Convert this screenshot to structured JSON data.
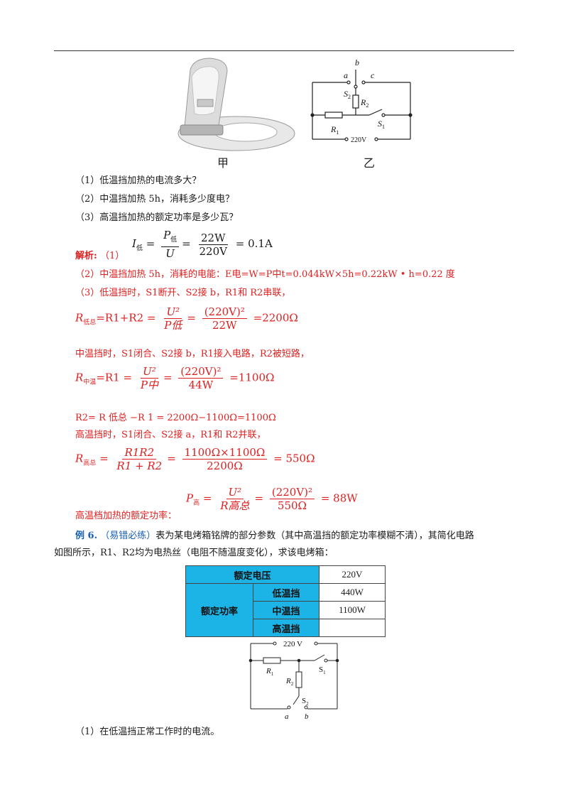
{
  "figures": {
    "left_caption": "甲",
    "right_caption": "乙",
    "circuit_labels": {
      "a": "a",
      "b": "b",
      "c": "c",
      "s2": "S",
      "s2_sub": "2",
      "r2": "R",
      "r2_sub": "2",
      "r1": "R",
      "r1_sub": "1",
      "s1": "S",
      "s1_sub": "1",
      "voltage": "220V"
    }
  },
  "questions": [
    "（1）低温挡加热的电流多大？",
    "（2）中温挡加热 5h，消耗多少度电？",
    "（3）高温挡加热的额定功率是多少瓦？"
  ],
  "solution": {
    "label": "解析:",
    "p1_prefix": "（1）",
    "f1": {
      "lhs": "I",
      "lhs_sub": "低",
      "num1": "P",
      "num1_sub": "低",
      "den1": "U",
      "num2": "22W",
      "den2": "220V",
      "result": "= 0.1A"
    },
    "line2": "（2）中温挡加热 5h，消耗的电能：E电=W=P中t=0.044kW×5h=0.22kW • h=0.22 度",
    "line3": "（3）低温挡时，S1断开、S2接 b，R1和 R2串联，",
    "f2": {
      "lhs": "R",
      "lhs_sub": "低总",
      "mid": "=R1+R2 =",
      "num1": "U²",
      "den1": "P低",
      "num2": "(220V)²",
      "den2": "22W",
      "result": "=2200Ω"
    },
    "line4": "中温挡时，S1闭合、S2接 b，R1接入电路，R2被短路，",
    "f3": {
      "lhs": "R",
      "lhs_sub": "中温",
      "mid": "=R1 =",
      "num1": "U²",
      "den1": "P中",
      "num2": "(220V)²",
      "den2": "44W",
      "result": "=1100Ω"
    },
    "line5": "R2= R 低总 −R 1 = 2200Ω−1100Ω=1100Ω",
    "line6": "高温挡时，S1闭合、S2接 a，R1和 R2并联，",
    "f4": {
      "lhs": "R",
      "lhs_sub": "高总",
      "num1": "R1R2",
      "den1": "R1 + R2",
      "num2": "1100Ω×1100Ω",
      "den2": "2200Ω",
      "result": "= 550Ω"
    },
    "f5": {
      "lhs": "P",
      "lhs_sub": "高",
      "num1": "U²",
      "den1": "R高总",
      "num2": "(220V)²",
      "den2": "550Ω",
      "result": "= 88W"
    },
    "line7": "高温档加热的额定功率："
  },
  "example6": {
    "label": "例 6.",
    "tag": "（易错必练）",
    "text1": "表为某电烤箱铭牌的部分参数（其中高温挡的额定功率模糊不清），其简化电路",
    "text2": "如图所示，R1、R2均为电热丝（电阻不随温度变化），求该电烤箱："
  },
  "spec_table": {
    "row1_label": "额定电压",
    "row1_value": "220V",
    "power_label": "额定功率",
    "rows": [
      {
        "level": "低温挡",
        "value": "440W"
      },
      {
        "level": "中温挡",
        "value": "1100W"
      },
      {
        "level": "高温挡",
        "value": ""
      }
    ]
  },
  "circuit2_labels": {
    "voltage": "220 V",
    "r1": "R",
    "r1_sub": "1",
    "r2": "R",
    "r2_sub": "2",
    "s1": "S",
    "s1_sub": "1",
    "s2": "S",
    "s2_sub": "2",
    "a": "a",
    "b": "b"
  },
  "final_question": "（1）在低温挡正常工作时的电流。",
  "colors": {
    "answer": "#e02020",
    "table_header": "#1cb4e6",
    "example_label": "#1a5fb4"
  }
}
